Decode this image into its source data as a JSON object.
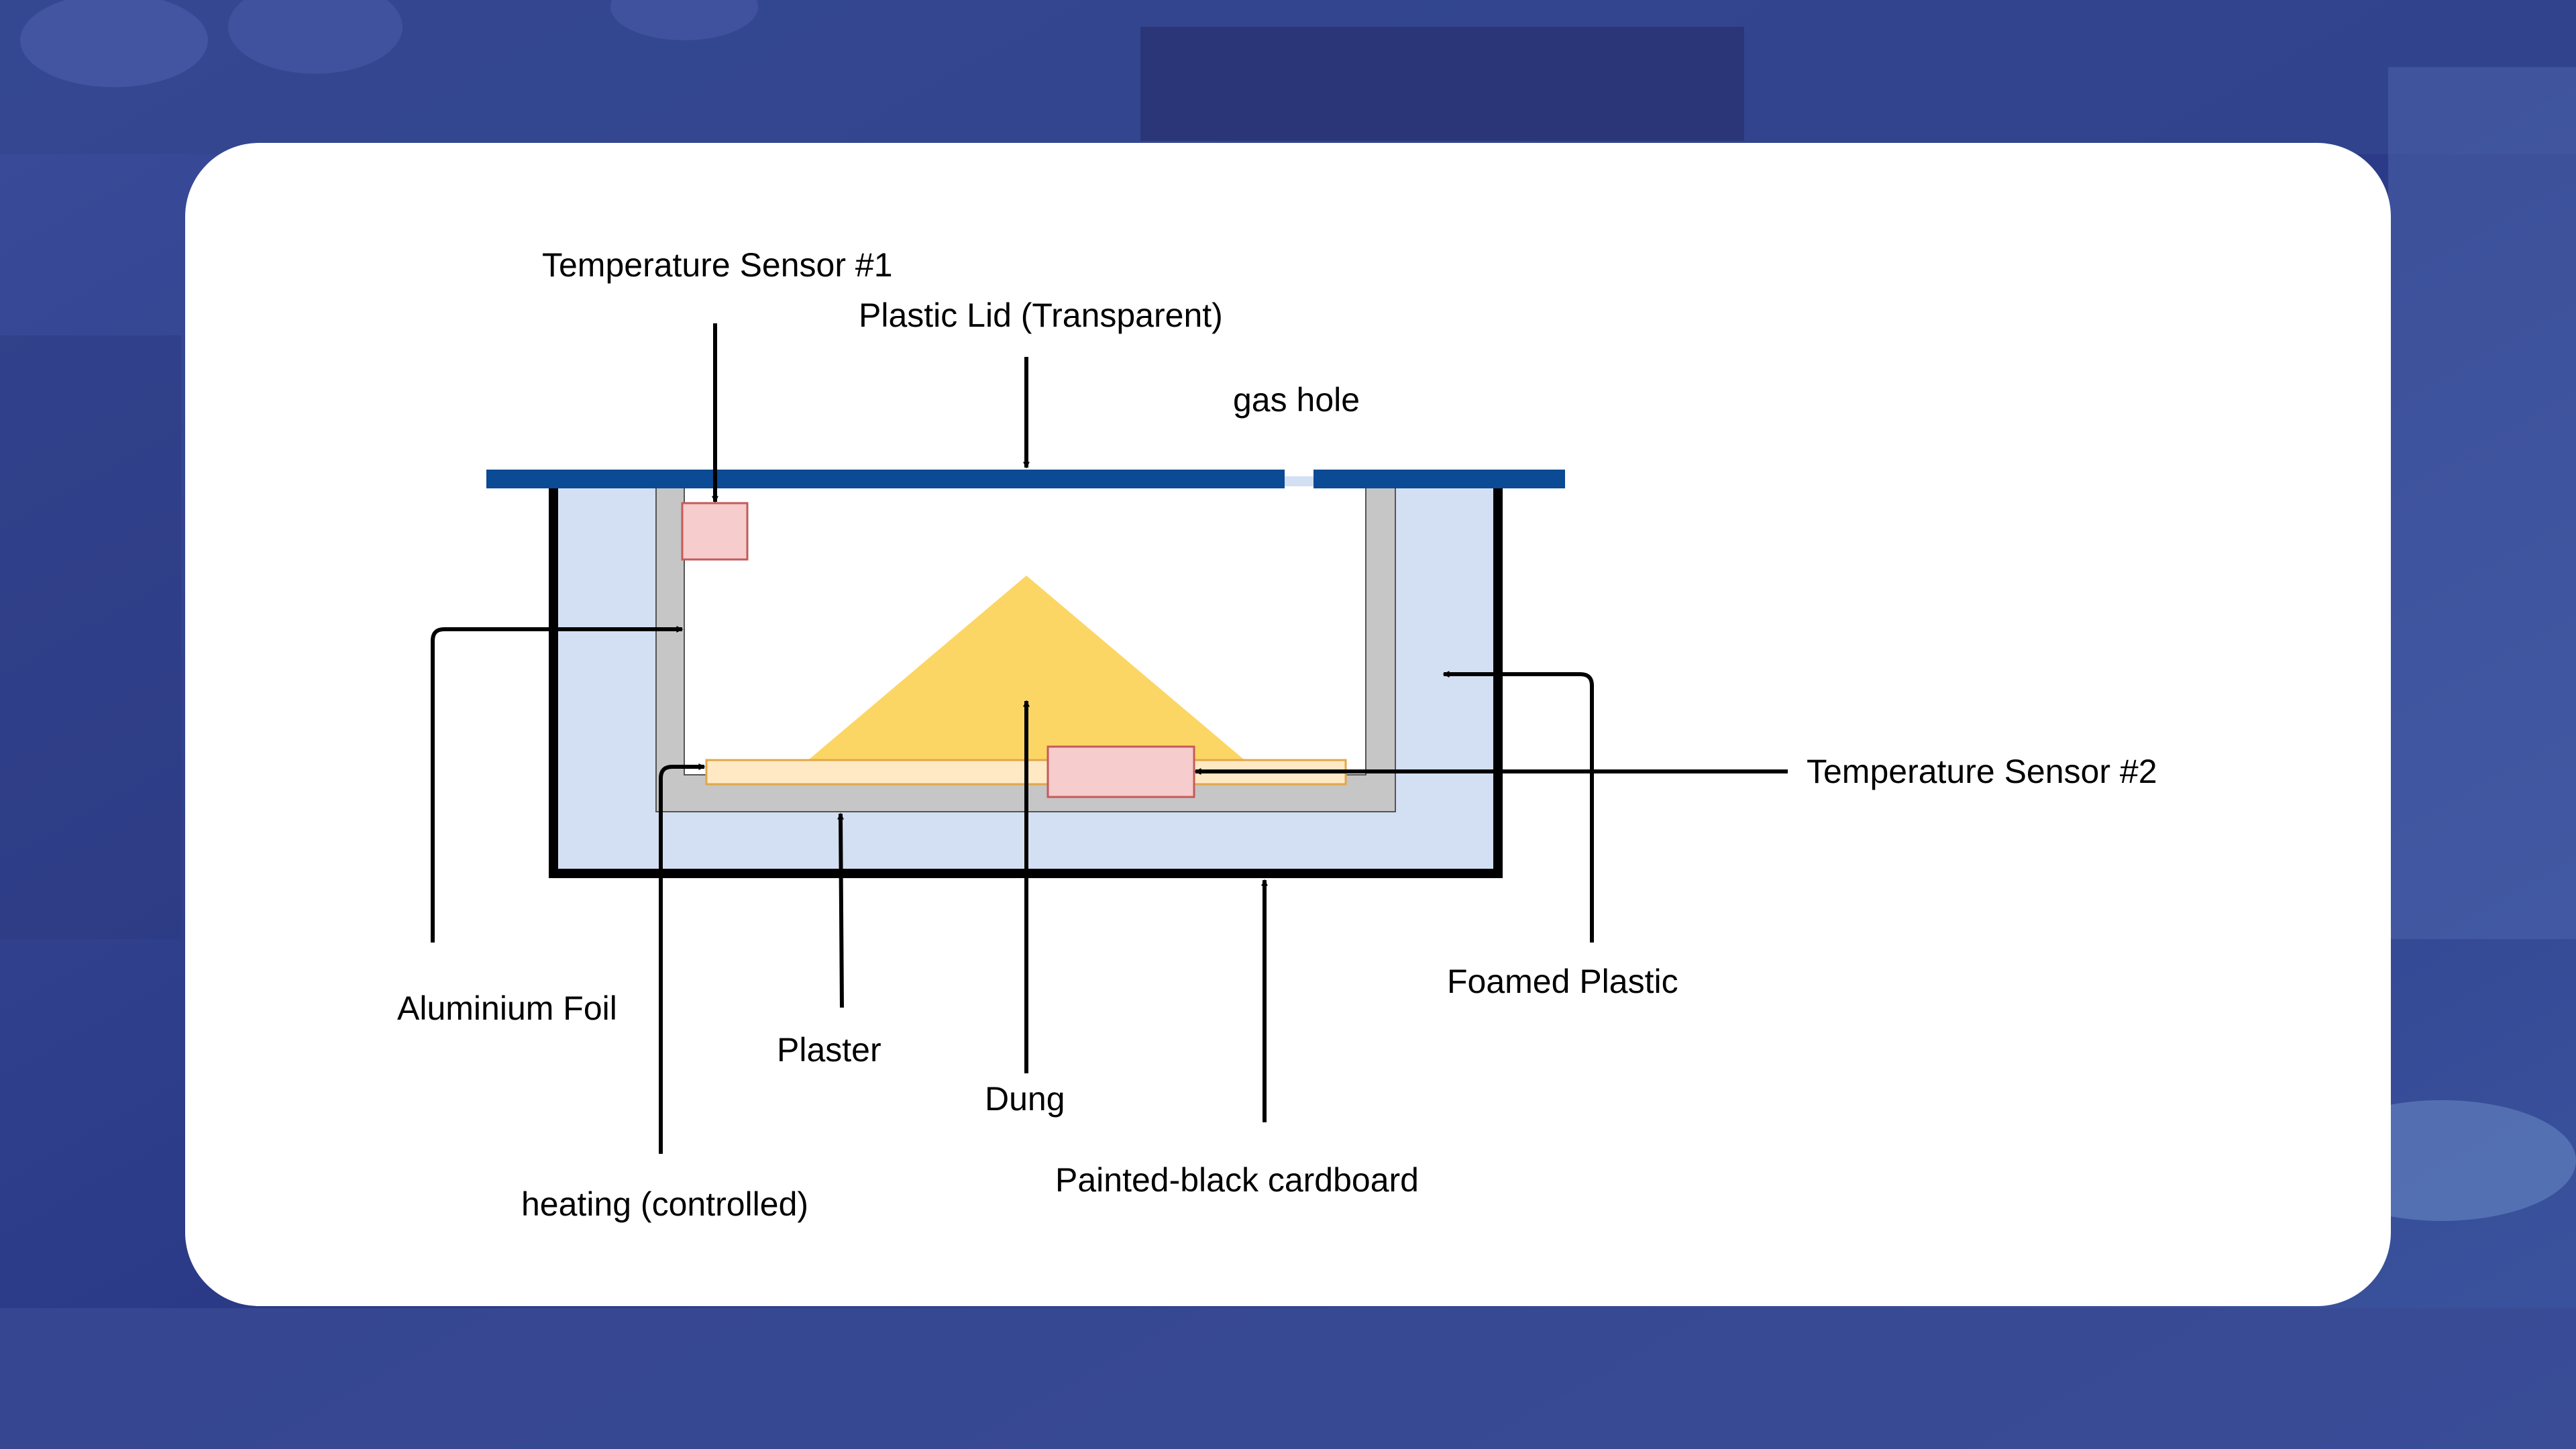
{
  "diagram": {
    "labels": {
      "temp_sensor_1": "Temperature Sensor #1",
      "plastic_lid": "Plastic Lid (Transparent)",
      "gas_hole": "gas hole",
      "temp_sensor_2": "Temperature Sensor #2",
      "aluminium_foil": "Aluminium Foil",
      "foamed_plastic": "Foamed Plastic",
      "plaster": "Plaster",
      "dung": "Dung",
      "heating": "heating (controlled)",
      "cardboard": "Painted-black cardboard"
    },
    "colors": {
      "lid": "#0b4a94",
      "foam": "#d3e0f3",
      "foil": "#c6c6c6",
      "dung": "#fcd664",
      "heater": "#ffe9c4",
      "sensor": "#f6cccc",
      "cardboard": "#000000",
      "background_tint": "#2f3f8a"
    }
  }
}
